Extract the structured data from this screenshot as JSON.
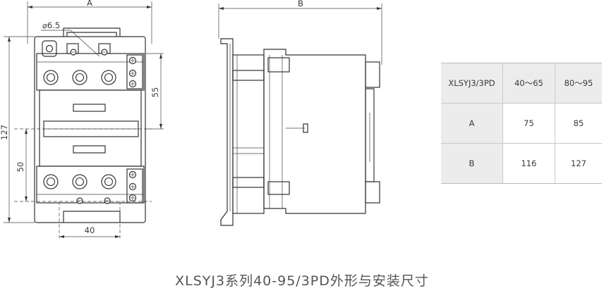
{
  "dimensions": {
    "front_width": "A",
    "side_width": "B",
    "hole": "⌀6.5",
    "height_total": "127",
    "height_upper": "55",
    "height_lower": "50",
    "mount_width": "40"
  },
  "table": {
    "header": [
      "XLSYJ3/3PD",
      "40～65",
      "80～95"
    ],
    "rows": [
      {
        "label": "A",
        "v1": "75",
        "v2": "85"
      },
      {
        "label": "B",
        "v1": "116",
        "v2": "127"
      }
    ]
  },
  "caption": "XLSYJ3系列40-95/3PD外形与安装尺寸"
}
